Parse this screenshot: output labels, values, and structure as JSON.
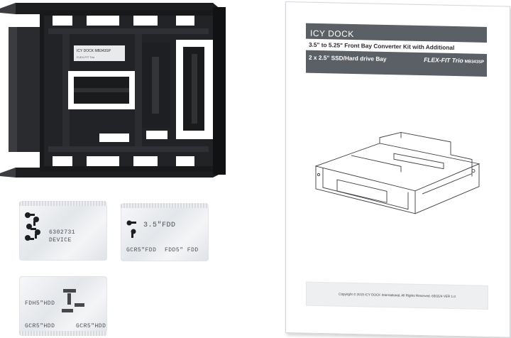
{
  "bracket": {
    "label_lines": [
      "ICY DOCK  MB343SP",
      "FLEX-FIT Trio"
    ]
  },
  "bags": [
    {
      "id": "bag1",
      "labels": [
        "6302731",
        "DEVICE"
      ]
    },
    {
      "id": "bag2",
      "labels": [
        "3.5\"FDD",
        "GCR5\"FDD",
        "FDD5\" FDD"
      ]
    },
    {
      "id": "bag3",
      "labels": [
        "FDH5\"HDD",
        "GCR5\"HDD",
        "GCR5\"HDD"
      ]
    }
  ],
  "manual": {
    "brand": "ICY DOCK",
    "title_line1": "3.5\" to 5.25\" Front Bay Converter Kit with Additional",
    "title_line2": "2 x 2.5\" SSD/Hard drive Bay",
    "model_name": "FLEX-FIT Trio",
    "model_code": "MB343SP",
    "footer": "Copyright © 2015 ICY DOCK International, All Rights Reserved. 650324 VER 1.0"
  },
  "colors": {
    "plastic": "#1b1c1e",
    "plastic_edge": "#2d2f33",
    "header_gray": "#5b5f66",
    "background": "#ffffff"
  }
}
